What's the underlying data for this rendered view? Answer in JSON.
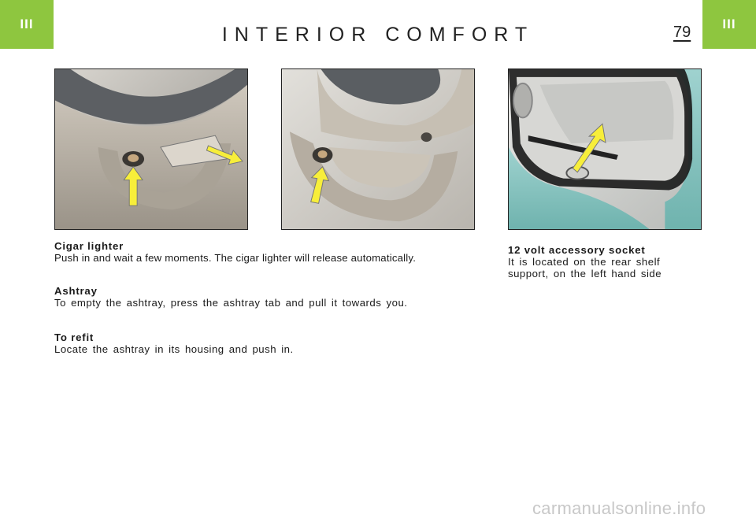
{
  "header": {
    "section_left": "III",
    "section_right": "III",
    "title": "INTERIOR COMFORT",
    "page_number": "79",
    "accent_color": "#8ec63f"
  },
  "sections": {
    "cigar_lighter": {
      "heading": "Cigar lighter",
      "text": "Push in and wait a few moments. The cigar lighter will release automatically."
    },
    "ashtray": {
      "heading": "Ashtray",
      "text": "To empty the ashtray, press the ashtray tab and pull it towards you."
    },
    "refit": {
      "heading": "To refit",
      "text": "Locate the ashtray in its housing and push in."
    },
    "socket": {
      "heading": "12 volt accessory socket",
      "text": "It is located on the rear shelf support, on the left hand side"
    }
  },
  "watermark": "carmanualsonline.info"
}
